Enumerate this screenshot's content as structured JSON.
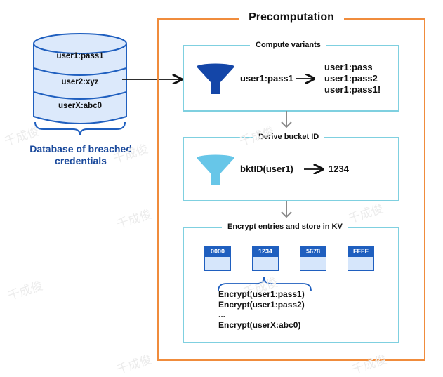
{
  "database": {
    "rows": [
      "user1:pass1",
      "user2:xyz",
      "userX:abc0"
    ],
    "caption": "Database of breached credentials"
  },
  "precomputation": {
    "title": "Precomputation",
    "sections": {
      "compute_variants": {
        "title": "Compute variants",
        "input": "user1:pass1",
        "variants": [
          "user1:pass",
          "user1:pass2",
          "user1:pass1!"
        ]
      },
      "derive_bucket": {
        "title": "Derive bucket ID",
        "input": "bktID(user1)",
        "output": "1234"
      },
      "encrypt_store": {
        "title": "Encrypt entries and store in KV",
        "buckets": [
          "0000",
          "1234",
          "5678",
          "FFFF"
        ],
        "entries": [
          "Encrypt(user1:pass1)",
          "Encrypt(user1:pass2)",
          "...",
          "Encrypt(userX:abc0)"
        ]
      }
    }
  },
  "watermark_text": "千成俊",
  "colors": {
    "outer_box": "#f08c3c",
    "section_box": "#7fd0e0",
    "db_blue": "#1f5fbf",
    "db_fill": "#dce9fb",
    "funnel_dark": "#1446a8",
    "funnel_light": "#67c6e8",
    "caption": "#1b4a9c",
    "connector": "#8a8a8a"
  }
}
